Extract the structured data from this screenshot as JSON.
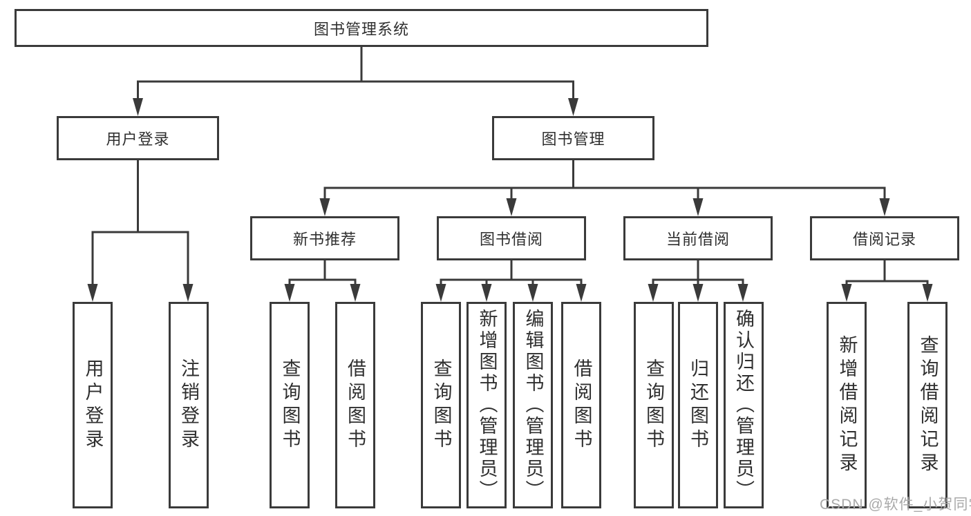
{
  "title": {
    "label": "图书管理系统"
  },
  "level2": [
    {
      "label": "用户登录"
    },
    {
      "label": "图书管理"
    }
  ],
  "level3": [
    {
      "label": "新书推荐",
      "parent": "图书管理"
    },
    {
      "label": "图书借阅",
      "parent": "图书管理"
    },
    {
      "label": "当前借阅",
      "parent": "图书管理"
    },
    {
      "label": "借阅记录",
      "parent": "图书管理"
    }
  ],
  "leaves": [
    {
      "label": "用户登录",
      "parent": "用户登录"
    },
    {
      "label": "注销登录",
      "parent": "用户登录"
    },
    {
      "label": "查询图书",
      "parent": "新书推荐"
    },
    {
      "label": "借阅图书",
      "parent": "新书推荐"
    },
    {
      "label": "查询图书",
      "parent": "图书借阅"
    },
    {
      "label": "新增图书（管理员）",
      "parent": "图书借阅"
    },
    {
      "label": "编辑图书（管理员）",
      "parent": "图书借阅"
    },
    {
      "label": "借阅图书",
      "parent": "图书借阅"
    },
    {
      "label": "查询图书",
      "parent": "当前借阅"
    },
    {
      "label": "归还图书",
      "parent": "当前借阅"
    },
    {
      "label": "确认归还（管理员）",
      "parent": "当前借阅"
    },
    {
      "label": "新增借阅记录",
      "parent": "借阅记录"
    },
    {
      "label": "查询借阅记录",
      "parent": "借阅记录"
    }
  ],
  "watermark": {
    "text": "CSDN @软件_小贺同学"
  },
  "colors": {
    "line": "#3a3a3a",
    "text": "#2f2f2f",
    "watermark": "#a9a9a9",
    "background": "#ffffff"
  }
}
